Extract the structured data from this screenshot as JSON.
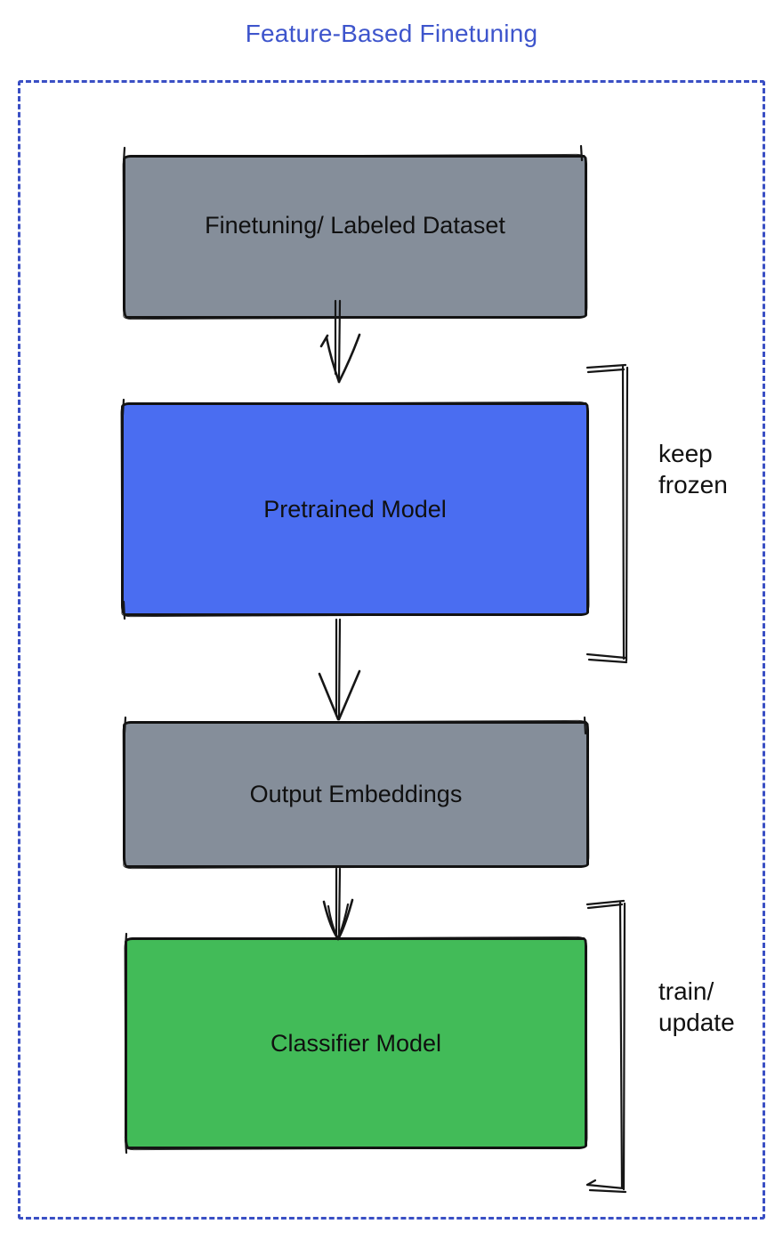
{
  "title": "Feature-Based Finetuning",
  "diagram": {
    "nodes": [
      {
        "id": "dataset",
        "label": "Finetuning/ Labeled Dataset",
        "fill": "#858E9A"
      },
      {
        "id": "pretrained-model",
        "label": "Pretrained Model",
        "fill": "#4A6DF1"
      },
      {
        "id": "output-embeddings",
        "label": "Output Embeddings",
        "fill": "#858E9A"
      },
      {
        "id": "classifier-model",
        "label": "Classifier Model",
        "fill": "#42BB58"
      }
    ],
    "edges": [
      {
        "from": "dataset",
        "to": "pretrained-model"
      },
      {
        "from": "pretrained-model",
        "to": "output-embeddings"
      },
      {
        "from": "output-embeddings",
        "to": "classifier-model"
      }
    ],
    "annotations": [
      {
        "target": "pretrained-model",
        "lines": [
          "keep",
          "frozen"
        ]
      },
      {
        "target": "classifier-model",
        "lines": [
          "train/",
          "update"
        ]
      }
    ]
  },
  "colors": {
    "title": "#3E55CC",
    "frame_border": "#3A4FC4",
    "node_gray": "#858E9A",
    "node_blue": "#4A6DF1",
    "node_green": "#42BB58",
    "ink": "#161616"
  }
}
